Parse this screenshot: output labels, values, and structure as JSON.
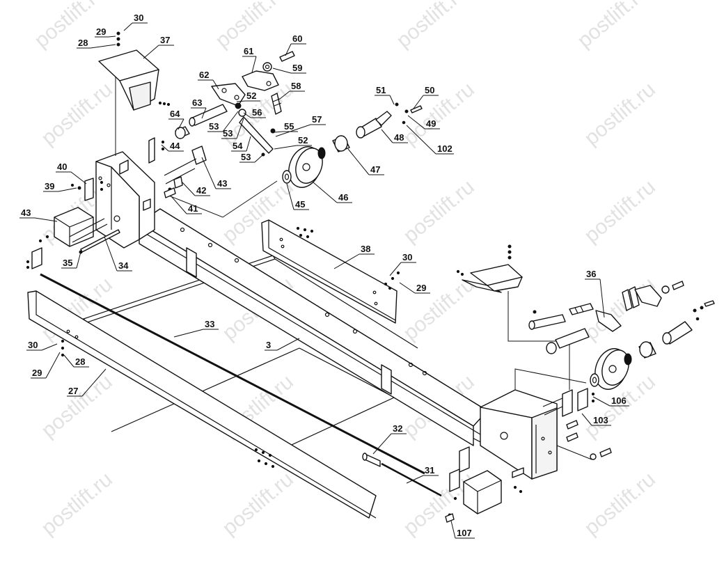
{
  "watermark": {
    "text": "postlift.ru"
  },
  "callouts": [
    {
      "id": "c-30a",
      "label": "30"
    },
    {
      "id": "c-29a",
      "label": "29"
    },
    {
      "id": "c-28a",
      "label": "28"
    },
    {
      "id": "c-37",
      "label": "37"
    },
    {
      "id": "c-61",
      "label": "61"
    },
    {
      "id": "c-60",
      "label": "60"
    },
    {
      "id": "c-59",
      "label": "59"
    },
    {
      "id": "c-62",
      "label": "62"
    },
    {
      "id": "c-52a",
      "label": "52"
    },
    {
      "id": "c-58",
      "label": "58"
    },
    {
      "id": "c-63",
      "label": "63"
    },
    {
      "id": "c-56",
      "label": "56"
    },
    {
      "id": "c-53a",
      "label": "53"
    },
    {
      "id": "c-64",
      "label": "64"
    },
    {
      "id": "c-53b",
      "label": "53"
    },
    {
      "id": "c-55",
      "label": "55"
    },
    {
      "id": "c-57",
      "label": "57"
    },
    {
      "id": "c-54",
      "label": "54"
    },
    {
      "id": "c-52b",
      "label": "52"
    },
    {
      "id": "c-53c",
      "label": "53"
    },
    {
      "id": "c-51",
      "label": "51"
    },
    {
      "id": "c-50",
      "label": "50"
    },
    {
      "id": "c-49",
      "label": "49"
    },
    {
      "id": "c-48",
      "label": "48"
    },
    {
      "id": "c-102",
      "label": "102"
    },
    {
      "id": "c-47",
      "label": "47"
    },
    {
      "id": "c-44",
      "label": "44"
    },
    {
      "id": "c-40",
      "label": "40"
    },
    {
      "id": "c-43a",
      "label": "43"
    },
    {
      "id": "c-39",
      "label": "39"
    },
    {
      "id": "c-42",
      "label": "42"
    },
    {
      "id": "c-46",
      "label": "46"
    },
    {
      "id": "c-45",
      "label": "45"
    },
    {
      "id": "c-41",
      "label": "41"
    },
    {
      "id": "c-43b",
      "label": "43"
    },
    {
      "id": "c-35",
      "label": "35"
    },
    {
      "id": "c-34",
      "label": "34"
    },
    {
      "id": "c-38",
      "label": "38"
    },
    {
      "id": "c-30b",
      "label": "30"
    },
    {
      "id": "c-29b",
      "label": "29"
    },
    {
      "id": "c-36",
      "label": "36"
    },
    {
      "id": "c-33",
      "label": "33"
    },
    {
      "id": "c-3",
      "label": "3"
    },
    {
      "id": "c-30c",
      "label": "30"
    },
    {
      "id": "c-28b",
      "label": "28"
    },
    {
      "id": "c-29c",
      "label": "29"
    },
    {
      "id": "c-27",
      "label": "27"
    },
    {
      "id": "c-106",
      "label": "106"
    },
    {
      "id": "c-103",
      "label": "103"
    },
    {
      "id": "c-32",
      "label": "32"
    },
    {
      "id": "c-31",
      "label": "31"
    },
    {
      "id": "c-107",
      "label": "107"
    }
  ]
}
